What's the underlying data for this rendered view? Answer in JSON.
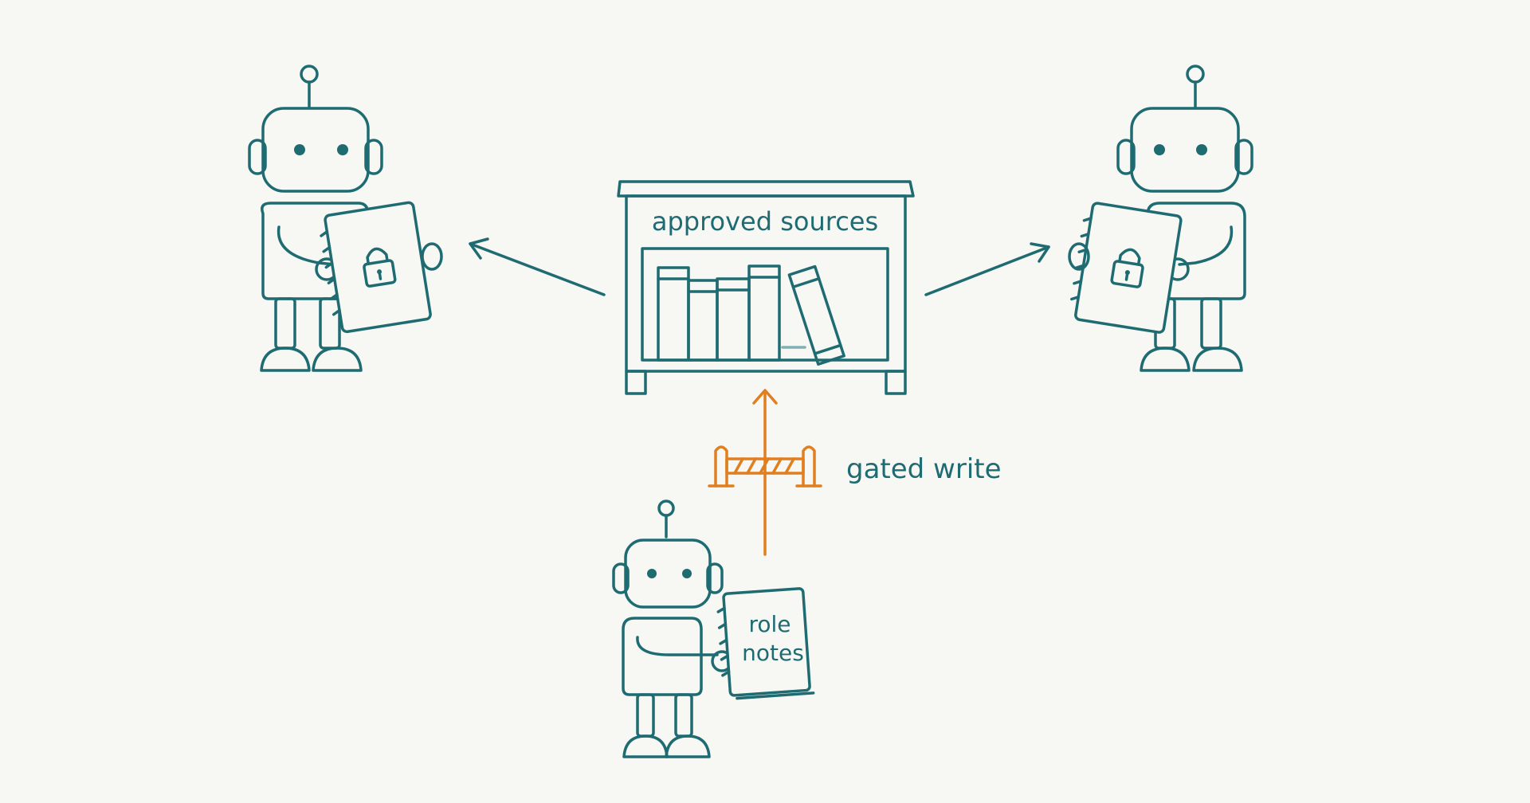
{
  "colors": {
    "background": "#f7f7f4",
    "ink": "#1f6b72",
    "accent": "#e07f1f"
  },
  "bookshelf": {
    "label": "approved sources",
    "icon": "bookshelf-icon"
  },
  "gate": {
    "label": "gated write",
    "icon": "gate-barrier-icon"
  },
  "writer_robot": {
    "notebook_text_line1": "role",
    "notebook_text_line2": "notes",
    "icon": "robot-icon"
  },
  "reader_robots": [
    {
      "icon": "robot-icon",
      "notebook_icon": "locked-notebook-icon"
    },
    {
      "icon": "robot-icon",
      "notebook_icon": "locked-notebook-icon"
    }
  ]
}
